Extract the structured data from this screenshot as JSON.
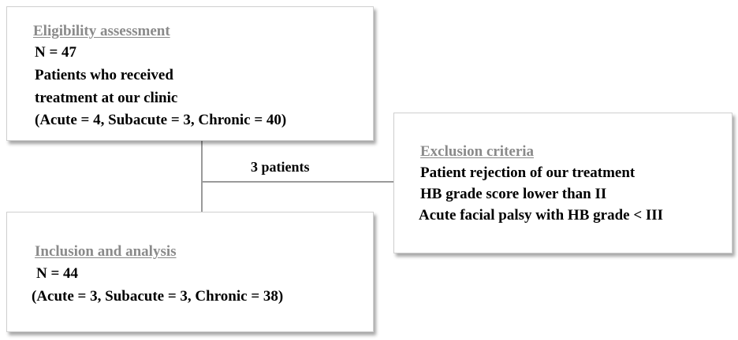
{
  "eligibility": {
    "title": "Eligibility assessment",
    "lines": [
      "N = 47",
      "Patients who received",
      "treatment at our clinic",
      "(Acute = 4, Subacute = 3, Chronic = 40)"
    ]
  },
  "exclusion": {
    "title": "Exclusion criteria",
    "lines": [
      "Patient rejection of our treatment",
      "HB grade score lower than II",
      "Acute facial palsy with HB grade < III"
    ]
  },
  "inclusion": {
    "title": "Inclusion and analysis",
    "lines": [
      "N = 44",
      "(Acute = 3, Subacute = 3, Chronic = 38)"
    ]
  },
  "connector": {
    "label": "3 patients"
  }
}
